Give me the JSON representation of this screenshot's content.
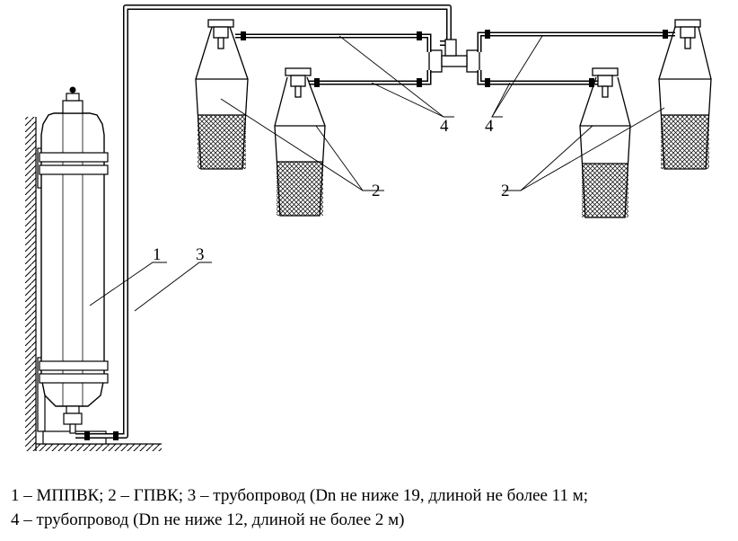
{
  "callouts": {
    "cylinder": "1",
    "main_pipe": "3",
    "branch_pipe_left": "4",
    "branch_pipe_right": "4",
    "nozzle_left": "2",
    "nozzle_right": "2"
  },
  "caption": {
    "line1": "1 – МППВК; 2 – ГПВК; 3 – трубопровод (Dn не ниже 19, длиной не более 11 м;",
    "line2": "4 – трубопровод (Dn не ниже 12, длиной не более 2 м)"
  }
}
